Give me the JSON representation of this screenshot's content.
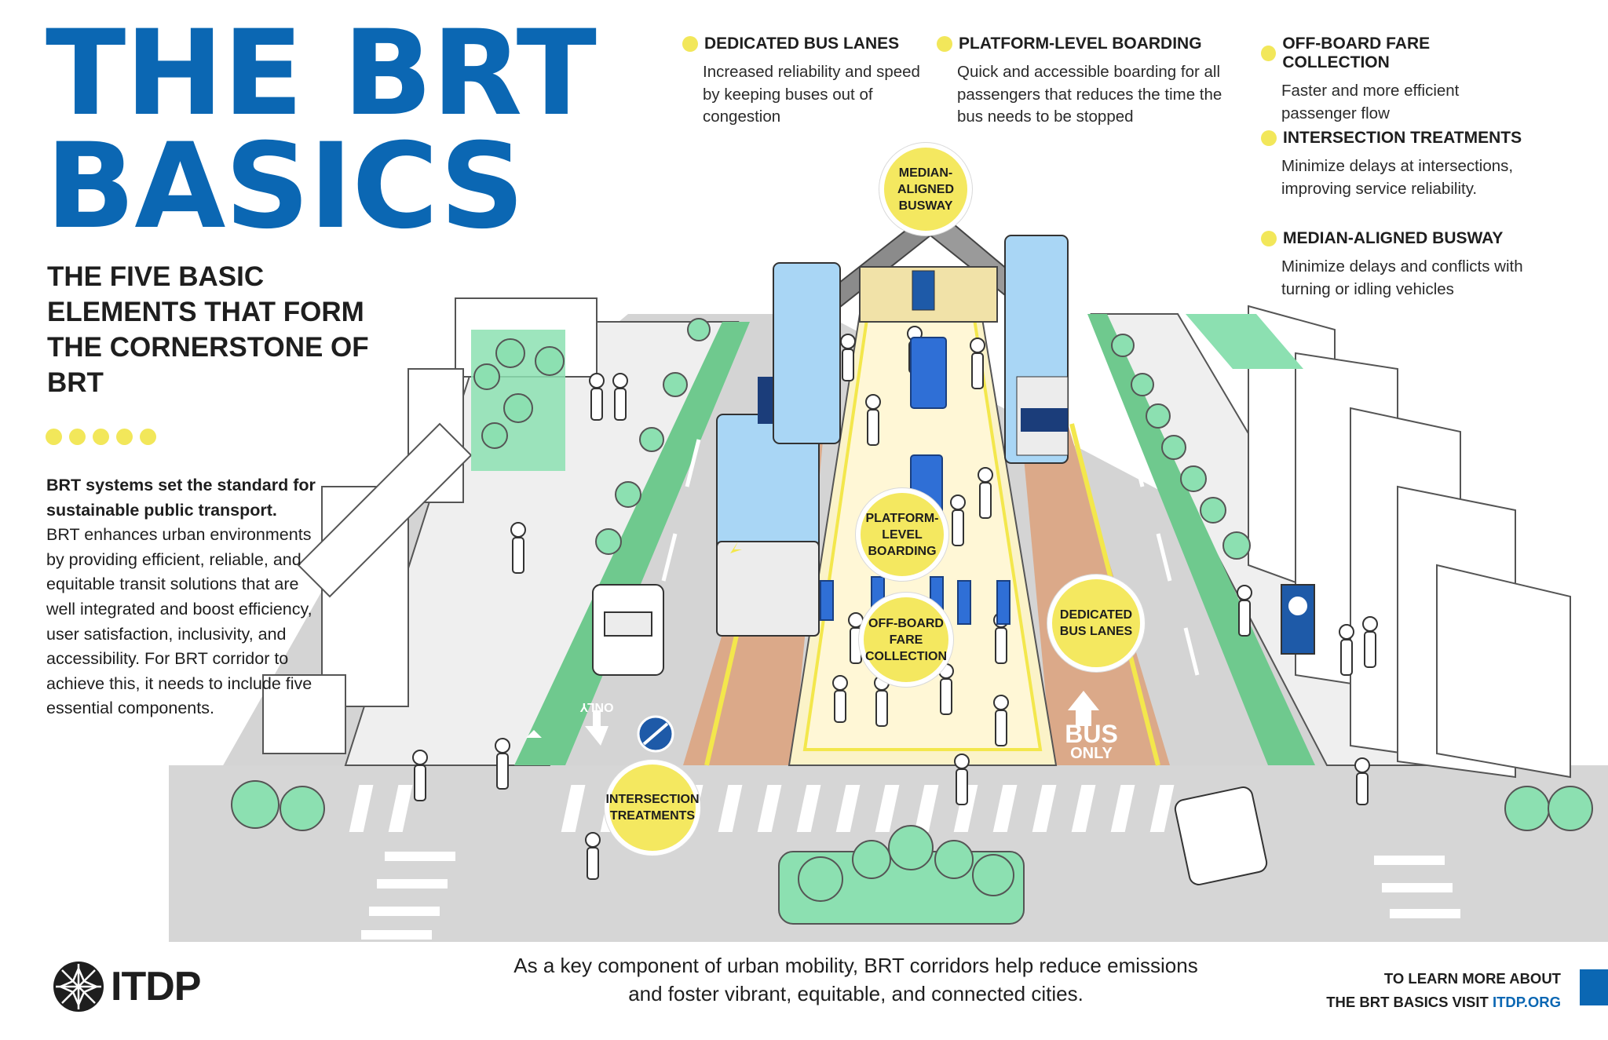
{
  "title": {
    "line1": "THE BRT",
    "line2": "BASICS"
  },
  "subtitle": "THE FIVE BASIC ELEMENTS THAT FORM THE CORNERSTONE OF BRT",
  "intro": {
    "lead": "BRT systems set the standard for sustainable public transport.",
    "body": "BRT enhances urban environments by providing efficient, reliable, and equitable transit solutions that are well integrated and boost efficiency, user satisfaction, inclusivity, and accessibility. For BRT corridor to achieve this, it needs to include five essential components."
  },
  "features": [
    {
      "heading": "DEDICATED BUS LANES",
      "text": "Increased reliability and speed by keeping buses out of congestion"
    },
    {
      "heading": "PLATFORM-LEVEL BOARDING",
      "text": "Quick and accessible boarding for all passengers that reduces the time the bus needs to be stopped"
    },
    {
      "heading": "OFF-BOARD FARE COLLECTION",
      "text": "Faster and more efficient passenger flow"
    },
    {
      "heading": "INTERSECTION TREATMENTS",
      "text": "Minimize delays at intersections, improving service reliability."
    },
    {
      "heading": "MEDIAN-ALIGNED BUSWAY",
      "text": "Minimize delays and conflicts with turning or idling vehicles"
    }
  ],
  "bubbles": {
    "median": "MEDIAN- ALIGNED BUSWAY",
    "platform": "PLATFORM- LEVEL BOARDING",
    "offboard": "OFF-BOARD FARE COLLECTION",
    "dedicated": "DEDICATED BUS LANES",
    "intersection": "INTERSECTION TREATMENTS"
  },
  "road_markings": {
    "bus": "BUS",
    "only": "ONLY",
    "only_reversed": "ONLY"
  },
  "footer": {
    "statement": "As a key component of urban mobility, BRT corridors help reduce emissions and foster vibrant, equitable, and connected cities.",
    "logo": "ITDP",
    "learn_line1": "TO LEARN MORE ABOUT",
    "learn_line2": "THE BRT BASICS VISIT",
    "learn_link": "ITDP.ORG"
  },
  "colors": {
    "brand_blue": "#0b67b3",
    "accent_yellow": "#f2e75a",
    "platform": "#fbf3c8",
    "bus_lane": "#dba989",
    "road": "#d4d4d4",
    "green": "#8ce0b1",
    "bus_body": "#a9d6f5"
  }
}
